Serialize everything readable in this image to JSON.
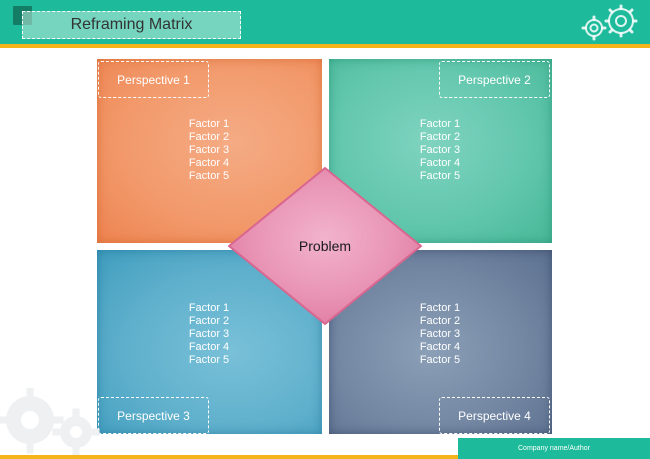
{
  "title": "Reframing Matrix",
  "center": {
    "label": "Problem"
  },
  "quadrants": [
    {
      "perspective": "Perspective 1",
      "factors": [
        "Factor 1",
        "Factor 2",
        "Factor 3",
        "Factor 4",
        "Factor 5"
      ]
    },
    {
      "perspective": "Perspective 2",
      "factors": [
        "Factor 1",
        "Factor 2",
        "Factor 3",
        "Factor 4",
        "Factor 5"
      ]
    },
    {
      "perspective": "Perspective 3",
      "factors": [
        "Factor 1",
        "Factor 2",
        "Factor 3",
        "Factor 4",
        "Factor 5"
      ]
    },
    {
      "perspective": "Perspective 4",
      "factors": [
        "Factor 1",
        "Factor 2",
        "Factor 3",
        "Factor 4",
        "Factor 5"
      ]
    }
  ],
  "footer": {
    "company": "Company name/Author"
  },
  "colors": {
    "header": "#1dbb9c",
    "accent": "#f4b41a",
    "quadrant_1": "#f29a6c",
    "quadrant_2": "#62c7ad",
    "quadrant_3": "#5fb0cc",
    "quadrant_4": "#7387a3",
    "problem": "#e888ac"
  },
  "icons": [
    "gears-icon"
  ]
}
